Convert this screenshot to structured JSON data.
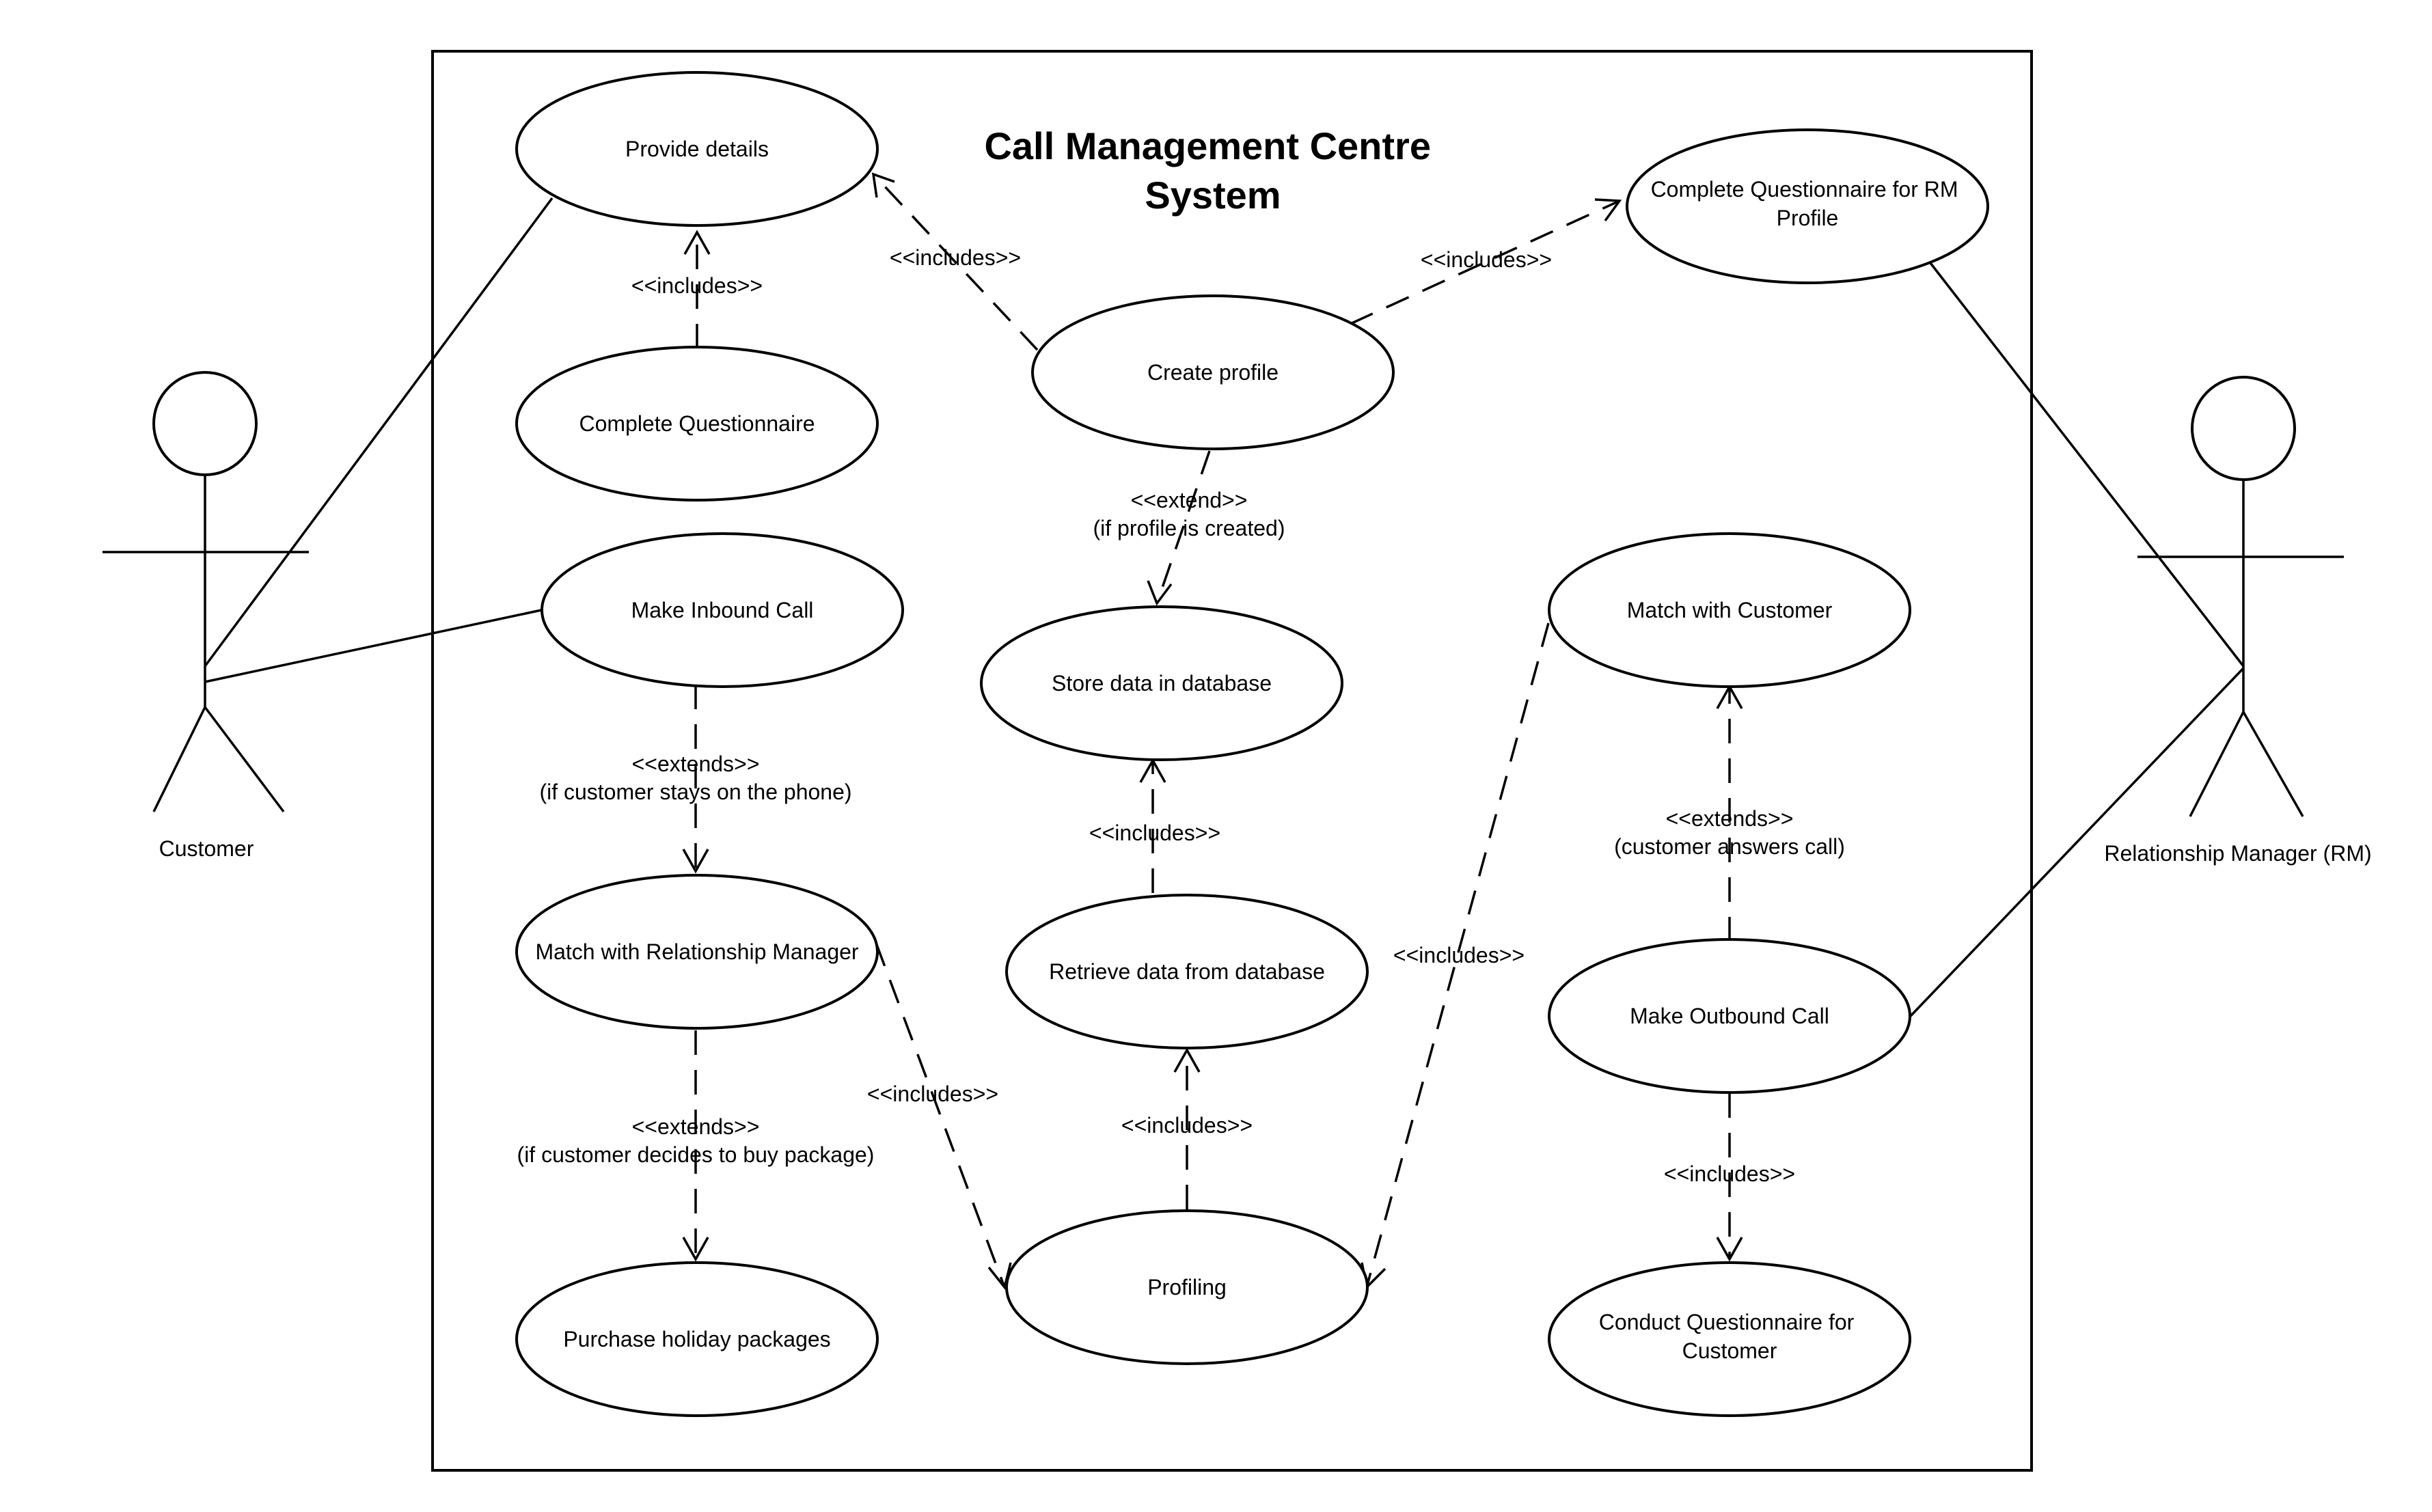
{
  "system": {
    "title_line1": "Call Management Centre",
    "title_line2": "System"
  },
  "actors": {
    "customer": "Customer",
    "rm": "Relationship Manager (RM)"
  },
  "use_cases": {
    "provide_details": "Provide details",
    "complete_questionnaire": "Complete Questionnaire",
    "make_inbound_call": "Make Inbound Call",
    "match_rm": "Match with Relationship Manager",
    "purchase_packages": "Purchase holiday packages",
    "create_profile": "Create profile",
    "store_data": "Store data in database",
    "retrieve_data": "Retrieve data from database",
    "profiling": "Profiling",
    "complete_q_rm_line1": "Complete Questionnaire for RM",
    "complete_q_rm_line2": "Profile",
    "match_customer": "Match with Customer",
    "make_outbound_call": "Make Outbound Call",
    "conduct_q_line1": "Conduct Questionnaire for",
    "conduct_q_line2": "Customer"
  },
  "relationships": {
    "cq_includes_pd": "<<includes>>",
    "cp_includes_pd": "<<includes>>",
    "cp_includes_rm": "<<includes>>",
    "cp_extend_store": "<<extend>>",
    "cp_extend_store_cond": "(if profile is created)",
    "inbound_extends": "<<extends>>",
    "inbound_extends_cond": "(if customer stays on the phone)",
    "retrieve_includes_store": "<<includes>>",
    "matchrm_includes_profiling": "<<includes>>",
    "purchase_extends": "<<extends>>",
    "purchase_extends_cond": "(if customer decides to buy package)",
    "profiling_includes_retrieve": "<<includes>>",
    "matchcust_includes_profiling": "<<includes>>",
    "outbound_extends": "<<extends>>",
    "outbound_extends_cond": "(customer answers call)",
    "outbound_includes_conduct": "<<includes>>"
  }
}
